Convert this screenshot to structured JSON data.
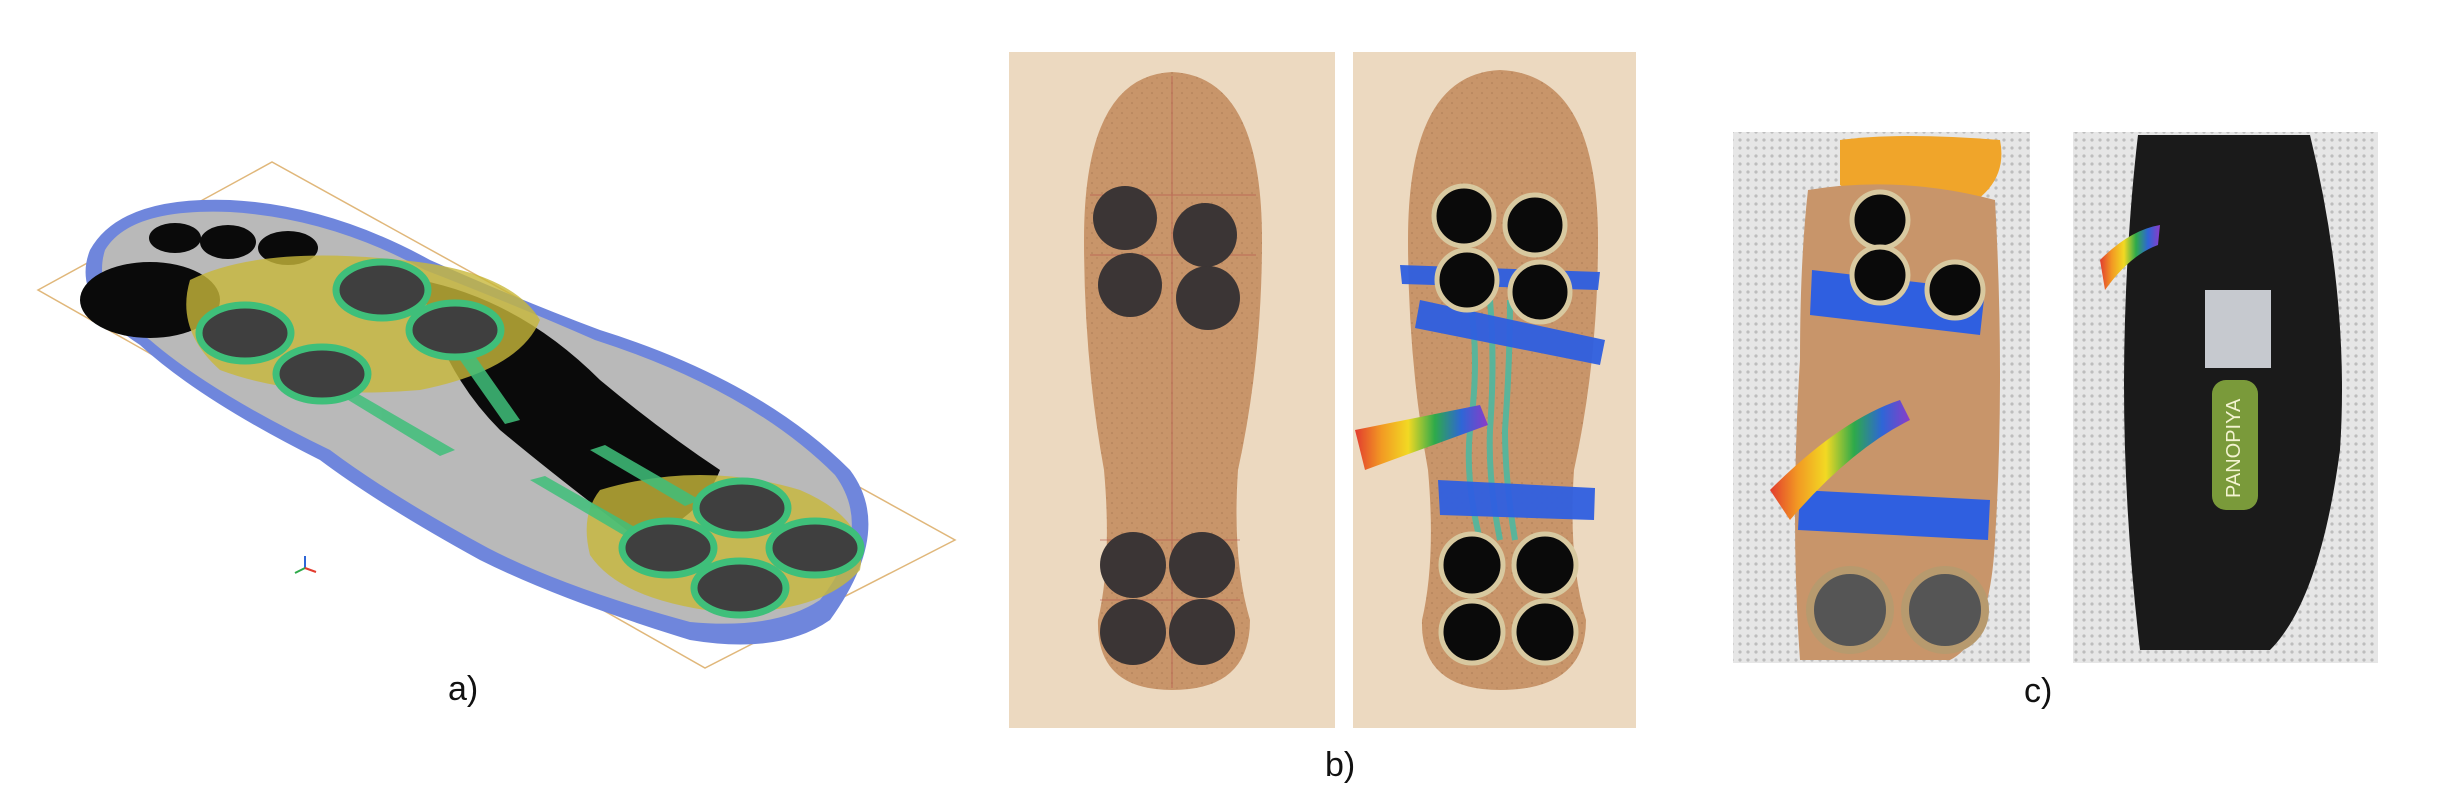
{
  "panels": {
    "a": {
      "caption": "a)"
    },
    "b": {
      "caption": "b)"
    },
    "c": {
      "caption": "c)",
      "insole_brand": "PANOPIYA"
    }
  },
  "colors": {
    "background": "#ffffff",
    "insole_outline": "#6f86dc",
    "insole_surface": "#b9b9b9",
    "footprint": "#0a0a0a",
    "sensor_region": "#c8b83a",
    "sensor_ring": "#3fbf7a",
    "sensor_pad": "#3f3f3f",
    "cardboard": "#c8956a",
    "felt_pad": "#3b3535",
    "blue_tape": "#2f5fe0",
    "wood_background": "#ecd9c0"
  }
}
